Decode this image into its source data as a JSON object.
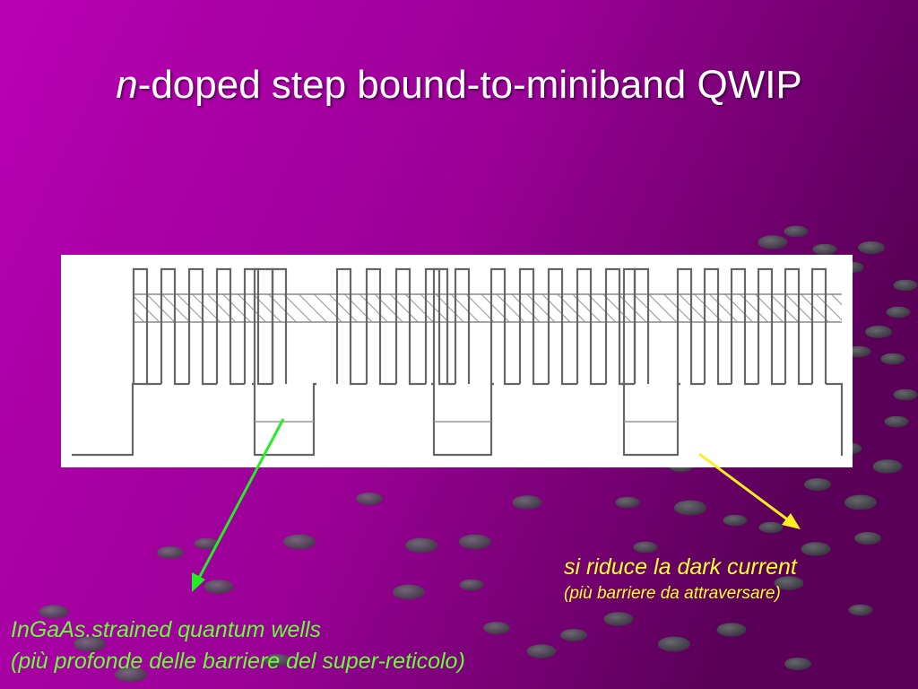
{
  "slide": {
    "title_italic": "n",
    "title_rest": "-doped step bound-to-miniband QWIP",
    "background_colors": {
      "left": "#b800b4",
      "right": "#5a0058"
    },
    "dot_color": "#3c5a46"
  },
  "diagram": {
    "line_color": "#666666",
    "hatch_color": "#999999"
  },
  "annotations": {
    "right": {
      "line1": "si riduce la dark current",
      "line2": "(più barriere da attraversare)",
      "color": "#ffff33",
      "arrow_color": "#ffee22"
    },
    "left": {
      "line1": "InGaAs.strained quantum wells",
      "line2": "(più profonde delle barriere del super-reticolo)",
      "color": "#66ff33",
      "arrow_color": "#22ee22"
    }
  }
}
